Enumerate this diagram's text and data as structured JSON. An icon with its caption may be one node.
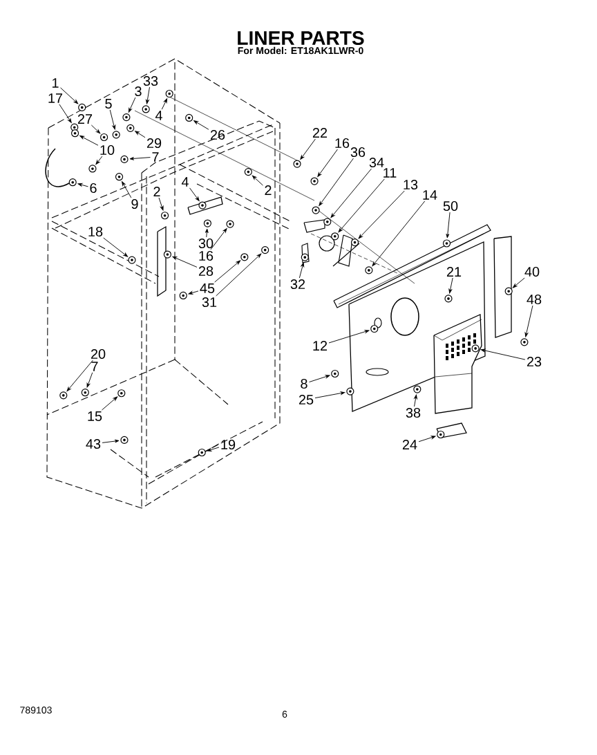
{
  "diagram": {
    "title": "LINER PARTS",
    "nodes": [
      {
        "text": [
          "1"
        ]
      },
      {
        "text": [
          "17"
        ]
      },
      {
        "text": [
          "27"
        ]
      },
      {
        "text": [
          "5"
        ]
      },
      {
        "text": [
          "3"
        ]
      },
      {
        "text": [
          "33"
        ]
      },
      {
        "text": [
          "4"
        ]
      },
      {
        "text": [
          "26"
        ]
      },
      {
        "text": [
          "29"
        ]
      },
      {
        "text": [
          "10"
        ]
      },
      {
        "text": [
          "7"
        ]
      },
      {
        "text": [
          "9"
        ]
      },
      {
        "text": [
          "6"
        ]
      },
      {
        "text": [
          "2"
        ]
      },
      {
        "text": [
          "4"
        ]
      },
      {
        "text": [
          "2"
        ]
      },
      {
        "text": [
          "22"
        ]
      },
      {
        "text": [
          "16"
        ]
      },
      {
        "text": [
          "36"
        ]
      },
      {
        "text": [
          "34"
        ]
      },
      {
        "text": [
          "11"
        ]
      },
      {
        "text": [
          "13"
        ]
      },
      {
        "text": [
          "14"
        ]
      },
      {
        "text": [
          "50"
        ]
      },
      {
        "text": [
          "30"
        ]
      },
      {
        "text": [
          "16"
        ]
      },
      {
        "text": [
          "18"
        ]
      },
      {
        "text": [
          "28"
        ]
      },
      {
        "text": [
          "45"
        ]
      },
      {
        "text": [
          "31"
        ]
      },
      {
        "text": [
          "32"
        ]
      },
      {
        "text": [
          "21"
        ]
      },
      {
        "text": [
          "40"
        ]
      },
      {
        "text": [
          "48"
        ]
      },
      {
        "text": [
          "12"
        ]
      },
      {
        "text": [
          "23"
        ]
      },
      {
        "text": [
          "8"
        ]
      },
      {
        "text": [
          "25"
        ]
      },
      {
        "text": [
          "38"
        ]
      },
      {
        "text": [
          "24"
        ]
      },
      {
        "text": [
          "20"
        ]
      },
      {
        "text": [
          "7"
        ]
      },
      {
        "text": [
          "15"
        ]
      },
      {
        "text": [
          "43"
        ]
      },
      {
        "text": [
          "19"
        ]
      },
      {
        "text": [],
        "shape": "picture"
      },
      {
        "text": [],
        "shape": "picture"
      },
      {
        "text": [],
        "shape": "picture"
      },
      {
        "text": [],
        "shape": "picture"
      },
      {
        "text": [],
        "shape": "picture"
      },
      {
        "text": [],
        "shape": "picture"
      },
      {
        "text": [],
        "shape": "picture"
      },
      {
        "text": [],
        "shape": "picture"
      },
      {
        "text": [],
        "shape": "picture"
      },
      {
        "text": [],
        "shape": "picture"
      },
      {
        "text": [],
        "shape": "picture"
      },
      {
        "text": [],
        "shape": "picture"
      },
      {
        "text": [],
        "shape": "picture"
      },
      {
        "text": [],
        "shape": "picture"
      },
      {
        "text": [],
        "shape": "picture"
      },
      {
        "text": [],
        "shape": "picture"
      },
      {
        "text": [],
        "shape": "picture"
      },
      {
        "text": [],
        "shape": "picture"
      },
      {
        "text": [],
        "shape": "picture"
      },
      {
        "text": [],
        "shape": "picture"
      },
      {
        "text": [],
        "shape": "picture"
      },
      {
        "text": [],
        "shape": "picture"
      },
      {
        "text": [],
        "shape": "picture"
      },
      {
        "text": [],
        "shape": "picture"
      },
      {
        "text": [],
        "shape": "picture"
      },
      {
        "text": [],
        "shape": "picture"
      },
      {
        "text": [],
        "shape": "picture"
      },
      {
        "text": [],
        "shape": "picture"
      },
      {
        "text": [],
        "shape": "picture"
      },
      {
        "text": [],
        "shape": "picture"
      },
      {
        "text": [],
        "shape": "picture"
      },
      {
        "text": [],
        "shape": "picture"
      },
      {
        "text": [],
        "shape": "picture"
      },
      {
        "text": [],
        "shape": "picture"
      },
      {
        "text": [],
        "shape": "picture"
      },
      {
        "text": [],
        "shape": "picture"
      },
      {
        "text": [],
        "shape": "picture"
      },
      {
        "text": [],
        "shape": "picture"
      },
      {
        "text": [],
        "shape": "picture"
      },
      {
        "text": [],
        "shape": "picture"
      },
      {
        "text": [],
        "shape": "picture"
      },
      {
        "text": [],
        "shape": "picture"
      },
      {
        "text": [],
        "shape": "picture"
      },
      {
        "text": [],
        "shape": "picture"
      },
      {
        "text": [],
        "shape": "picture"
      },
      {
        "text": [],
        "shape": "picture"
      },
      {
        "text": [],
        "shape": "picture"
      }
    ],
    "edges": [
      {
        "from": 0,
        "to": 45,
        "arrow": "to"
      },
      {
        "from": 1,
        "to": 46,
        "arrow": "to"
      },
      {
        "from": 2,
        "to": 47,
        "arrow": "to"
      },
      {
        "from": 3,
        "to": 48,
        "arrow": "to"
      },
      {
        "from": 4,
        "to": 49,
        "arrow": "to"
      },
      {
        "from": 5,
        "to": 50,
        "arrow": "to"
      },
      {
        "from": 6,
        "to": 51,
        "arrow": "to"
      },
      {
        "from": 7,
        "to": 52,
        "arrow": "to"
      },
      {
        "from": 8,
        "to": 53,
        "arrow": "to"
      },
      {
        "from": 9,
        "to": 54,
        "arrow": "to"
      },
      {
        "from": 10,
        "to": 55,
        "arrow": "to"
      },
      {
        "from": 11,
        "to": 56,
        "arrow": "to"
      },
      {
        "from": 12,
        "to": 57,
        "arrow": "to"
      },
      {
        "from": 13,
        "to": 58,
        "arrow": "to"
      },
      {
        "from": 14,
        "to": 59,
        "arrow": "to"
      },
      {
        "from": 15,
        "to": 60,
        "arrow": "to"
      },
      {
        "from": 16,
        "to": 61,
        "arrow": "to"
      },
      {
        "from": 17,
        "to": 62,
        "arrow": "to"
      },
      {
        "from": 18,
        "to": 63,
        "arrow": "to"
      },
      {
        "from": 19,
        "to": 64,
        "arrow": "to"
      },
      {
        "from": 20,
        "to": 65,
        "arrow": "to"
      },
      {
        "from": 21,
        "to": 66,
        "arrow": "to"
      },
      {
        "from": 22,
        "to": 67,
        "arrow": "to"
      },
      {
        "from": 23,
        "to": 68,
        "arrow": "to"
      },
      {
        "from": 24,
        "to": 69,
        "arrow": "to"
      },
      {
        "from": 25,
        "to": 70,
        "arrow": "to"
      },
      {
        "from": 26,
        "to": 71,
        "arrow": "to"
      },
      {
        "from": 27,
        "to": 72,
        "arrow": "to"
      },
      {
        "from": 28,
        "to": 73,
        "arrow": "to"
      },
      {
        "from": 29,
        "to": 74,
        "arrow": "to"
      },
      {
        "from": 30,
        "to": 75,
        "arrow": "to"
      },
      {
        "from": 31,
        "to": 76,
        "arrow": "to"
      },
      {
        "from": 32,
        "to": 77,
        "arrow": "to"
      },
      {
        "from": 33,
        "to": 78,
        "arrow": "to"
      },
      {
        "from": 34,
        "to": 79,
        "arrow": "to"
      },
      {
        "from": 35,
        "to": 80,
        "arrow": "to"
      },
      {
        "from": 36,
        "to": 81,
        "arrow": "to"
      },
      {
        "from": 37,
        "to": 82,
        "arrow": "to"
      },
      {
        "from": 38,
        "to": 83,
        "arrow": "to"
      },
      {
        "from": 39,
        "to": 84,
        "arrow": "to"
      },
      {
        "from": 40,
        "to": 85,
        "arrow": "to"
      },
      {
        "from": 41,
        "to": 86,
        "arrow": "to"
      },
      {
        "from": 42,
        "to": 87,
        "arrow": "to"
      },
      {
        "from": 43,
        "to": 88,
        "arrow": "to"
      },
      {
        "from": 44,
        "to": 89,
        "arrow": "to"
      },
      {
        "from": 9,
        "to": 90,
        "arrow": "to"
      },
      {
        "from": 28,
        "to": 91,
        "arrow": "to"
      }
    ],
    "labels": [
      "For Model: ET18AK1LWR-0",
      "789103",
      "6"
    ]
  }
}
